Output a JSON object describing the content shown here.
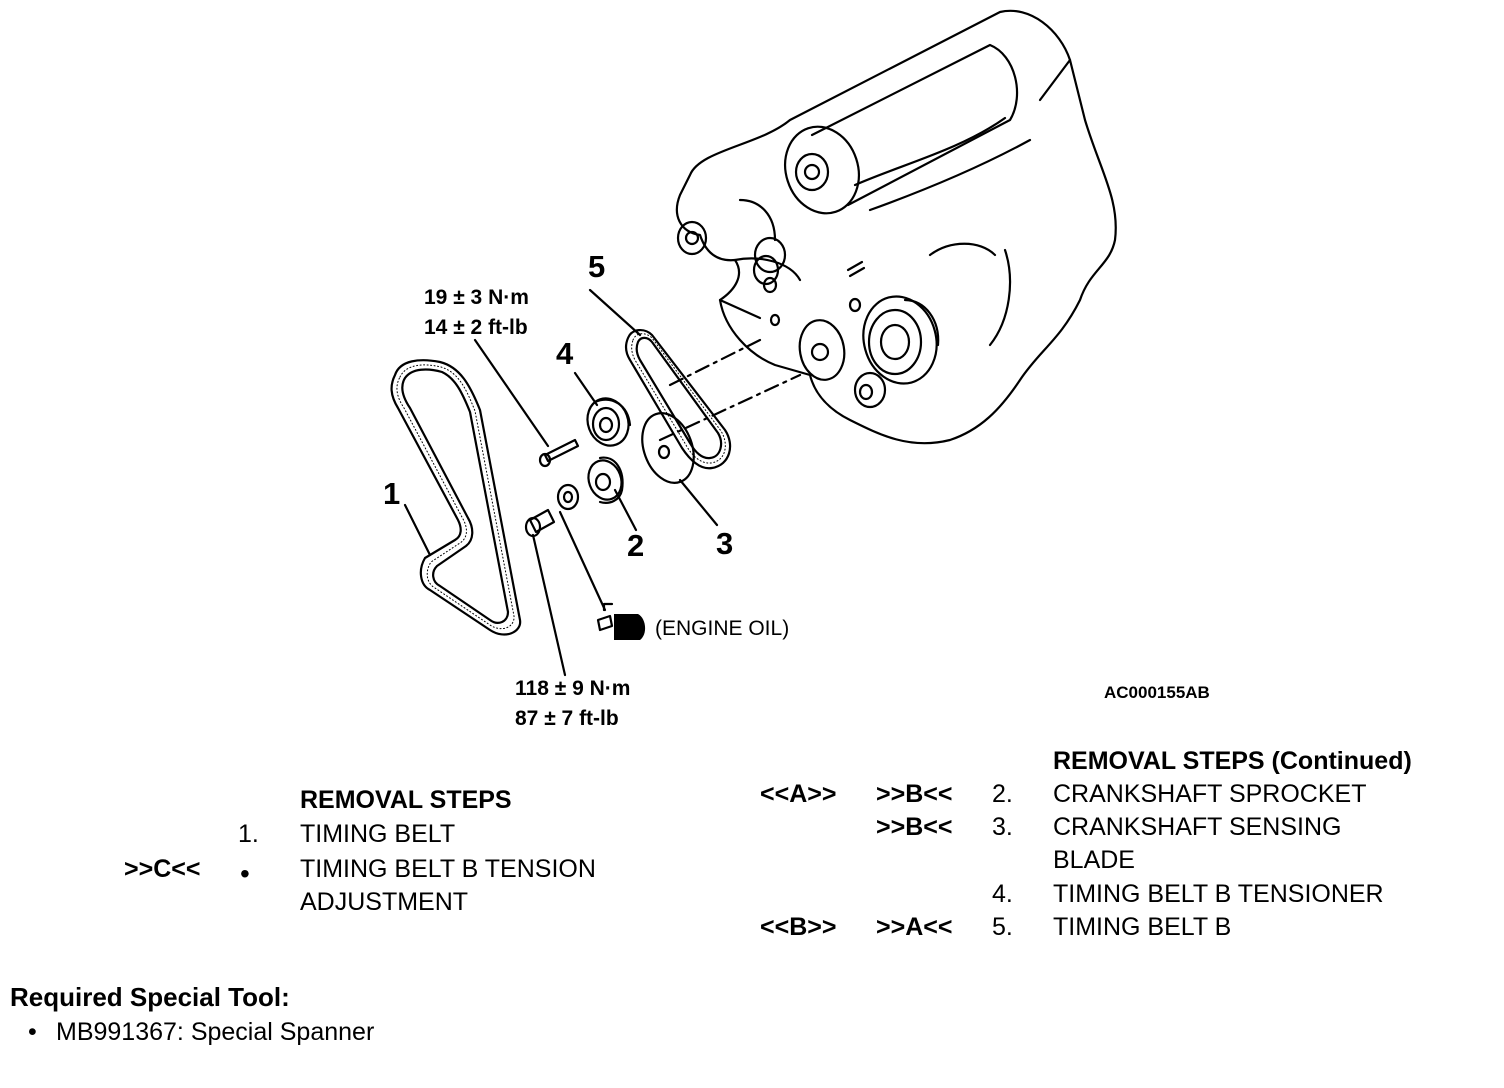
{
  "diagram": {
    "callouts": [
      "1",
      "2",
      "3",
      "4",
      "5"
    ],
    "torque_upper": {
      "line1": "19 ± 3 N·m",
      "line2": "14 ± 2 ft-lb"
    },
    "torque_lower": {
      "line1": "118 ± 9 N·m",
      "line2": "87 ± 7 ft-lb"
    },
    "engine_oil_label": "(ENGINE OIL)",
    "figure_id": "AC000155AB"
  },
  "removal_left": {
    "heading": "REMOVAL STEPS",
    "rows": [
      {
        "ref": "",
        "num": "1.",
        "text": "TIMING BELT",
        "text2": ""
      },
      {
        "ref": ">>C<<",
        "num": "•",
        "text": "TIMING BELT B TENSION",
        "text2": "ADJUSTMENT"
      }
    ]
  },
  "removal_right": {
    "heading": "REMOVAL STEPS (Continued)",
    "rows": [
      {
        "ref_a": "<<A>>",
        "ref_b": ">>B<<",
        "num": "2.",
        "text": "CRANKSHAFT SPROCKET",
        "text2": ""
      },
      {
        "ref_a": "",
        "ref_b": ">>B<<",
        "num": "3.",
        "text": "CRANKSHAFT SENSING",
        "text2": "BLADE"
      },
      {
        "ref_a": "",
        "ref_b": "",
        "num": "4.",
        "text": "TIMING BELT B TENSIONER",
        "text2": ""
      },
      {
        "ref_a": "<<B>>",
        "ref_b": ">>A<<",
        "num": "5.",
        "text": "TIMING BELT B",
        "text2": ""
      }
    ]
  },
  "special_tool": {
    "heading": "Required Special Tool:",
    "bullet": "•",
    "item": "MB991367: Special Spanner"
  }
}
